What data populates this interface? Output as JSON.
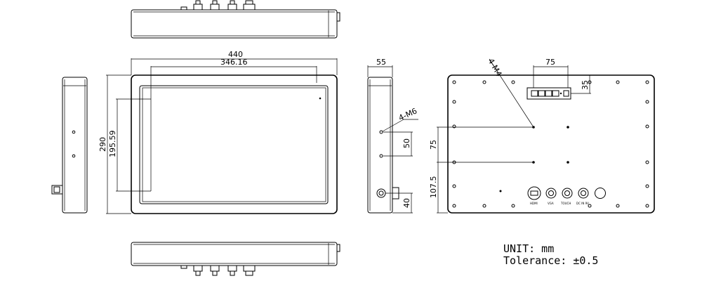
{
  "dimensions": {
    "front_width": "440",
    "front_inner_width": "346.16",
    "front_height": "290",
    "front_inner_height": "195.59",
    "side_depth": "55",
    "side_thread": "4-M6",
    "side_spacing": "50",
    "side_bottom": "40",
    "rear_thread": "4-M4",
    "rear_spacing_h": "75",
    "rear_top": "35",
    "rear_spacing_v": "75",
    "rear_bottom": "107.5"
  },
  "connectors": {
    "hdmi": "HDMI",
    "vga": "VGA",
    "touch": "TOUCH",
    "dc": "DC IN 9V"
  },
  "notes": {
    "unit": "UNIT: mm",
    "tolerance": "Tolerance: ±0.5"
  }
}
